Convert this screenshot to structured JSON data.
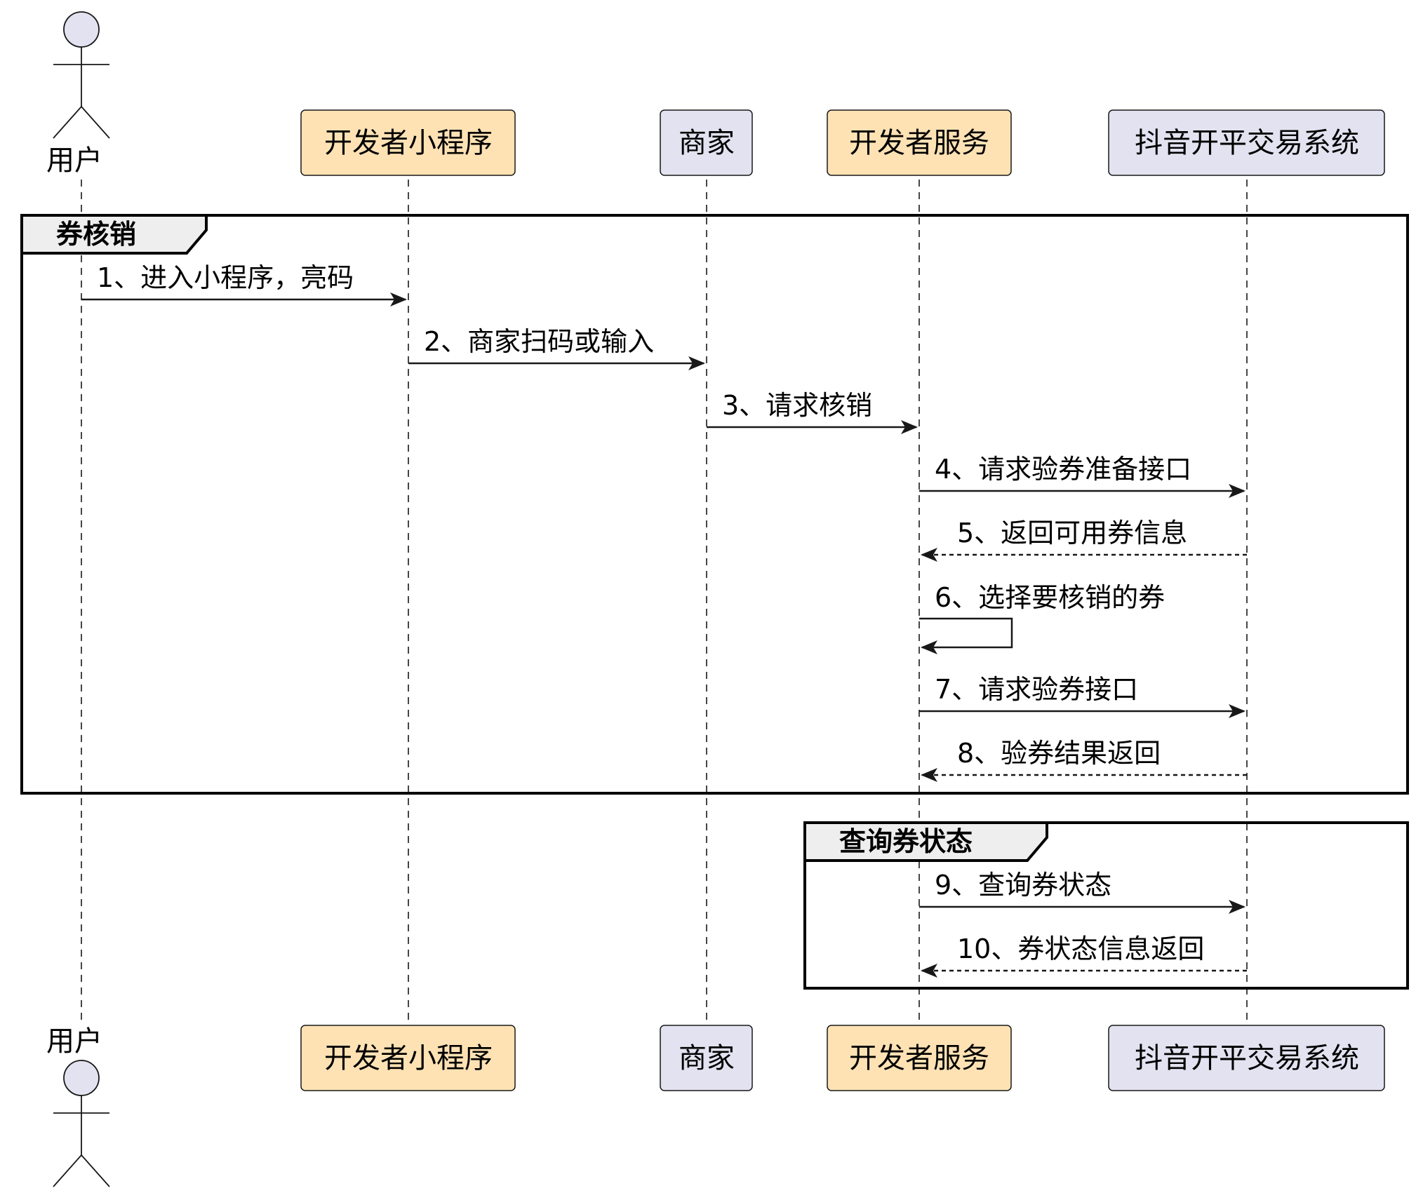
{
  "participants": [
    {
      "id": "user",
      "label": "用户",
      "kind": "actor",
      "color": "#e2e2f0"
    },
    {
      "id": "mini",
      "label": "开发者小程序",
      "kind": "box",
      "color": "#fee2b4"
    },
    {
      "id": "merchant",
      "label": "商家",
      "kind": "box",
      "color": "#e2e2f0"
    },
    {
      "id": "service",
      "label": "开发者服务",
      "kind": "box",
      "color": "#fee2b4"
    },
    {
      "id": "douyin",
      "label": "抖音开平交易系统",
      "kind": "box",
      "color": "#e2e2f0"
    }
  ],
  "frames": [
    {
      "id": "verify",
      "title": "券核销"
    },
    {
      "id": "query",
      "title": "查询券状态"
    }
  ],
  "messages": [
    {
      "from": "user",
      "to": "mini",
      "label": "1、进入小程序，亮码",
      "style": "solid"
    },
    {
      "from": "mini",
      "to": "merchant",
      "label": "2、商家扫码或输入",
      "style": "solid"
    },
    {
      "from": "merchant",
      "to": "service",
      "label": "3、请求核销",
      "style": "solid"
    },
    {
      "from": "service",
      "to": "douyin",
      "label": "4、请求验券准备接口",
      "style": "solid"
    },
    {
      "from": "douyin",
      "to": "service",
      "label": "5、返回可用券信息",
      "style": "dashed"
    },
    {
      "from": "service",
      "to": "service",
      "label": "6、选择要核销的券",
      "style": "solid"
    },
    {
      "from": "service",
      "to": "douyin",
      "label": "7、请求验券接口",
      "style": "solid"
    },
    {
      "from": "douyin",
      "to": "service",
      "label": "8、验券结果返回",
      "style": "dashed"
    },
    {
      "from": "service",
      "to": "douyin",
      "label": "9、查询券状态",
      "style": "solid"
    },
    {
      "from": "douyin",
      "to": "service",
      "label": "10、券状态信息返回",
      "style": "dashed"
    }
  ]
}
